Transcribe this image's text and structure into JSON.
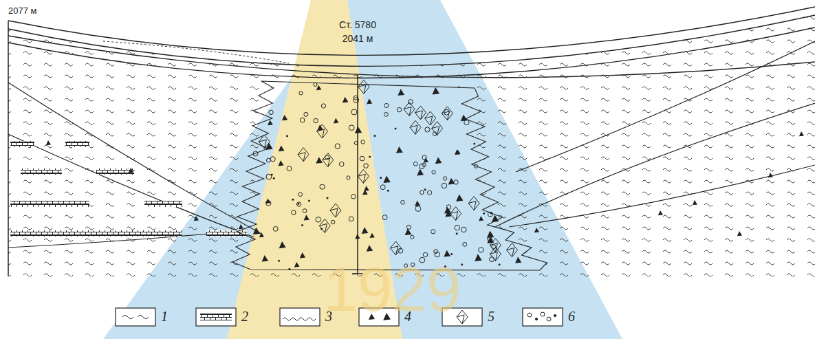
{
  "diagram": {
    "labels": [
      "2077 м",
      "Ст. 5780",
      "2041 м",
      "1929"
    ],
    "legend": [
      {
        "text": "1"
      },
      {
        "text": "2"
      },
      {
        "text": "3"
      },
      {
        "text": "4"
      },
      {
        "text": "5"
      },
      {
        "text": "6"
      }
    ]
  }
}
